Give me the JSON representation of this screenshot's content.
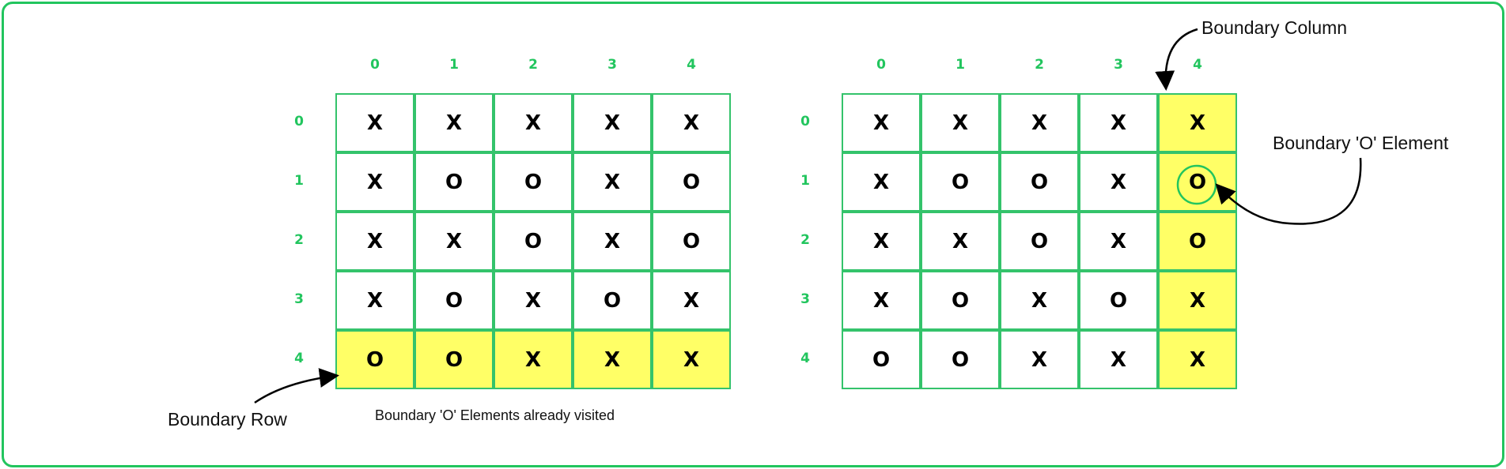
{
  "diagram": {
    "accent_color": "#22c55e",
    "highlight_color": "#ffff66",
    "left_grid": {
      "col_indices": [
        "0",
        "1",
        "2",
        "3",
        "4"
      ],
      "row_indices": [
        "0",
        "1",
        "2",
        "3",
        "4"
      ],
      "rows": [
        [
          "X",
          "X",
          "X",
          "X",
          "X"
        ],
        [
          "X",
          "O",
          "O",
          "X",
          "O"
        ],
        [
          "X",
          "X",
          "O",
          "X",
          "O"
        ],
        [
          "X",
          "O",
          "X",
          "O",
          "X"
        ],
        [
          "O",
          "O",
          "X",
          "X",
          "X"
        ]
      ],
      "highlight_row": 4
    },
    "right_grid": {
      "col_indices": [
        "0",
        "1",
        "2",
        "3",
        "4"
      ],
      "row_indices": [
        "0",
        "1",
        "2",
        "3",
        "4"
      ],
      "rows": [
        [
          "X",
          "X",
          "X",
          "X",
          "X"
        ],
        [
          "X",
          "O",
          "O",
          "X",
          "O"
        ],
        [
          "X",
          "X",
          "O",
          "X",
          "O"
        ],
        [
          "X",
          "O",
          "X",
          "O",
          "X"
        ],
        [
          "O",
          "O",
          "X",
          "X",
          "X"
        ]
      ],
      "highlight_col": 4,
      "circled_cell": [
        1,
        4
      ]
    },
    "labels": {
      "boundary_row": "Boundary Row",
      "boundary_column": "Boundary Column",
      "boundary_o_element": "Boundary 'O' Element",
      "already_visited": "Boundary 'O' Elements already visited"
    }
  }
}
